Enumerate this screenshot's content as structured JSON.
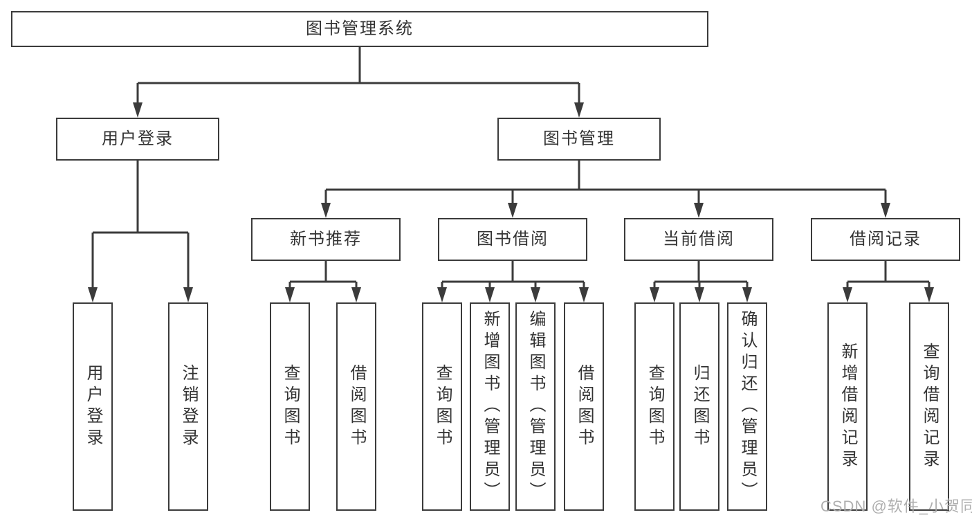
{
  "diagram": {
    "title": "图书管理系统",
    "nodes": {
      "root": "图书管理系统",
      "user_login": "用户登录",
      "book_mgmt": "图书管理",
      "new_book_rec": "新书推荐",
      "book_borrow": "图书借阅",
      "current_borrow": "当前借阅",
      "borrow_records": "借阅记录",
      "leaf_user_login": "用户登录",
      "leaf_logout": "注销登录",
      "leaf_rec_query_books": "查询图书",
      "leaf_rec_borrow_books": "借阅图书",
      "leaf_bor_query_books": "查询图书",
      "leaf_bor_add_books": "新增图书（管理员）",
      "leaf_bor_edit_books": "编辑图书（管理员）",
      "leaf_bor_borrow_books": "借阅图书",
      "leaf_cur_query_books": "查询图书",
      "leaf_cur_return_books": "归还图书",
      "leaf_cur_confirm_return": "确认归还（管理员）",
      "leaf_recd_add_record": "新增借阅记录",
      "leaf_recd_query_record": "查询借阅记录"
    },
    "colors": {
      "line": "#3b3b3b",
      "text": "#333333",
      "background": "#ffffff",
      "watermark": "#a9a9a9"
    }
  },
  "watermark": {
    "text": "CSDN @软件_小贺同学"
  }
}
